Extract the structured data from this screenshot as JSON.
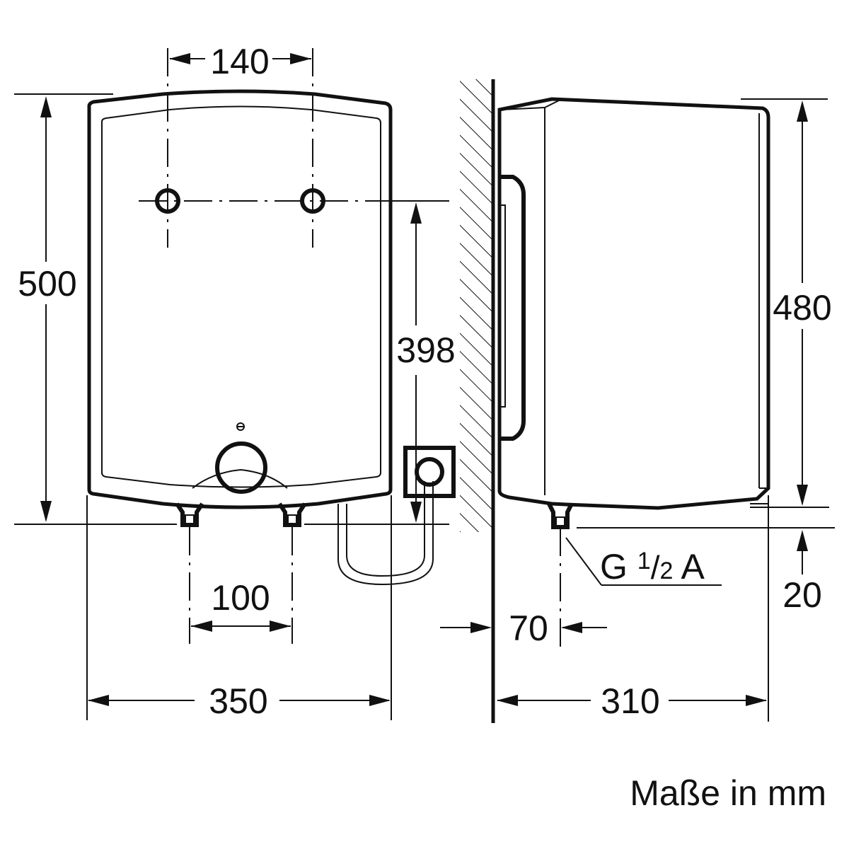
{
  "dimensions": {
    "top_spacing": "140",
    "height_front": "500",
    "bracket_height": "398",
    "height_side": "480",
    "connection_spacing": "100",
    "width_front": "350",
    "wall_offset": "70",
    "bottom_offset": "20",
    "depth_side": "310"
  },
  "thread_label": {
    "prefix": "G ",
    "numerator": "1",
    "slash": "/",
    "denominator": "2",
    "suffix": " A"
  },
  "units_note": "Maße in mm"
}
